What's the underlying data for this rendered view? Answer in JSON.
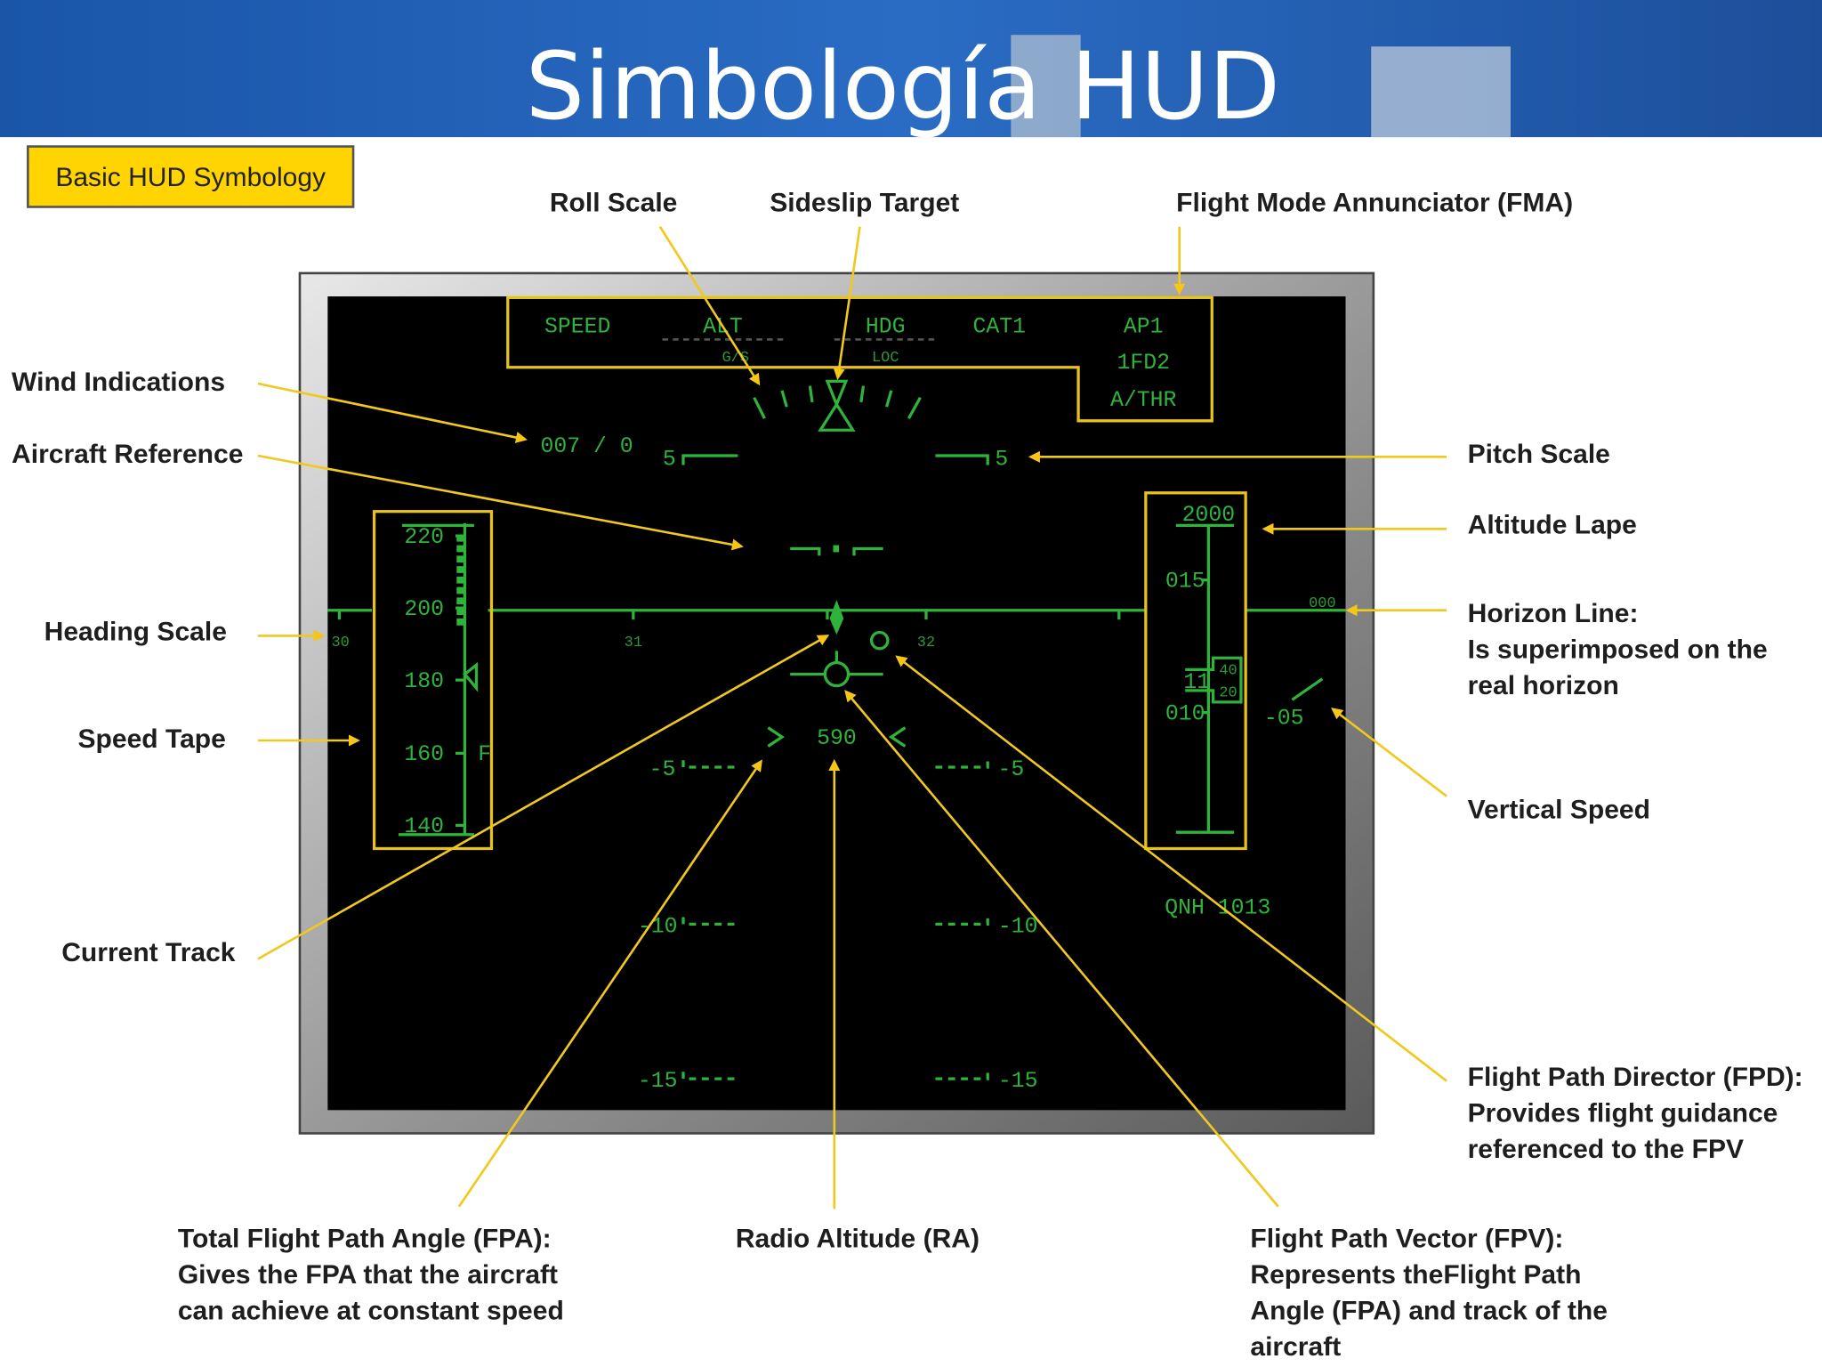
{
  "slide": {
    "title": "Simbología HUD",
    "badge": "Basic HUD Symbology"
  },
  "colors": {
    "header_blue": "#1e5fb8",
    "hud_green": "#2fb33a",
    "annotation_yellow": "#f0c81e",
    "badge_fill": "#ffd400"
  },
  "callouts": {
    "roll_scale": "Roll Scale",
    "sideslip_target": "Sideslip Target",
    "fma": "Flight Mode Annunciator (FMA)",
    "wind": "Wind Indications",
    "aircraft_reference": "Aircraft Reference",
    "heading_scale": "Heading Scale",
    "speed_tape": "Speed Tape",
    "current_track": "Current Track",
    "pitch_scale": "Pitch Scale",
    "altitude": "Altitude Lape",
    "horizon": [
      "Horizon Line:",
      "Is superimposed on the",
      "real horizon"
    ],
    "vertical_speed": "Vertical Speed",
    "fpd": [
      "Flight Path Director (FPD):",
      "Provides flight guidance",
      "referenced to the FPV"
    ],
    "fpa": [
      "Total Flight Path Angle (FPA):",
      "Gives the FPA that the aircraft",
      "can achieve at constant speed"
    ],
    "ra": "Radio Altitude (RA)",
    "fpv": [
      "Flight Path Vector (FPV):",
      "Represents theFlight Path",
      "Angle (FPA) and track of the",
      "aircraft"
    ]
  },
  "hud": {
    "fma": {
      "speed": "SPEED",
      "alt": "ALT",
      "gs": "G/S",
      "hdg": "HDG",
      "loc": "LOC",
      "cat": "CAT1",
      "ap": "AP1",
      "fd": "1FD2",
      "athr": "A/THR"
    },
    "wind": "007 / 0",
    "pitch_labels": {
      "p5": "5",
      "m5": "-5",
      "m10": "-10",
      "m15": "-15"
    },
    "heading_labels": [
      "30",
      "31",
      "32"
    ],
    "speed_labels": [
      "220",
      "200",
      "180",
      "160",
      "140"
    ],
    "speed_marker": "F",
    "altitude_labels": {
      "top": "2000",
      "a015": "015",
      "a010": "010",
      "current_hundreds": "11",
      "current_tens_hi": "40",
      "current_tens_lo": "20"
    },
    "horizon_heading": "000",
    "vertical_speed": "-05",
    "radio_altitude": "590",
    "qnh": "QNH 1013"
  }
}
